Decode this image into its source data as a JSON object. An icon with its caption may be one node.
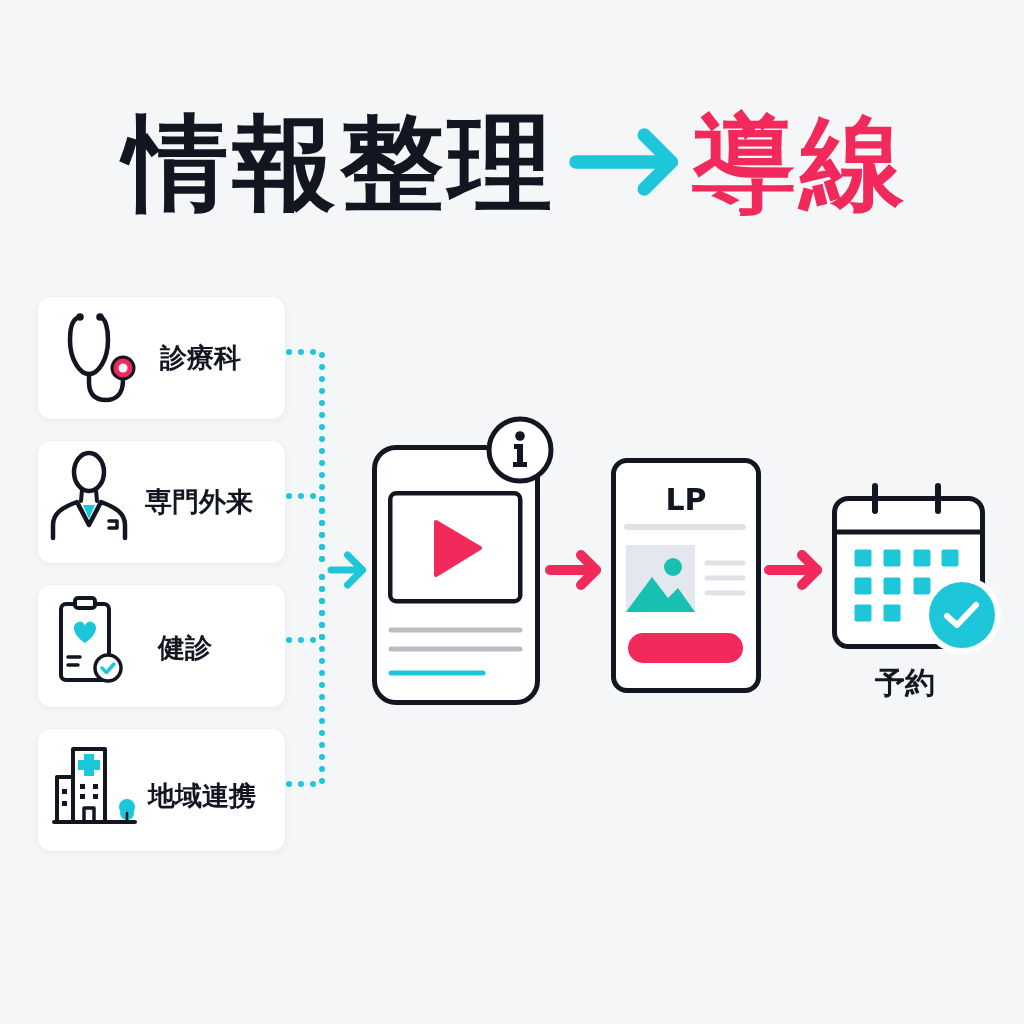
{
  "diagram": {
    "nodes": [
      {
        "text": [
          "情報整理"
        ]
      },
      {
        "text": [
          "導線"
        ]
      },
      {
        "text": [
          "診療科"
        ]
      },
      {
        "text": [
          "専門外来"
        ]
      },
      {
        "text": [
          "健診"
        ]
      },
      {
        "text": [
          "地域連携"
        ]
      },
      {
        "text": [],
        "shape": "box"
      },
      {
        "text": [
          "LP"
        ]
      },
      {
        "text": [
          "予約"
        ]
      }
    ],
    "edges": [
      {
        "from": 0,
        "to": 1,
        "arrow": "to",
        "style": "thick"
      },
      {
        "from": 2,
        "to": 6,
        "arrow": "to",
        "style": "dashed"
      },
      {
        "from": 3,
        "to": 6,
        "arrow": "to",
        "style": "dashed"
      },
      {
        "from": 4,
        "to": 6,
        "arrow": "to",
        "style": "dashed"
      },
      {
        "from": 5,
        "to": 6,
        "arrow": "to",
        "style": "dashed"
      },
      {
        "from": 6,
        "to": 7,
        "arrow": "to",
        "color": "#f2295b"
      },
      {
        "from": 7,
        "to": 8,
        "arrow": "to",
        "color": "#f2295b"
      }
    ]
  }
}
